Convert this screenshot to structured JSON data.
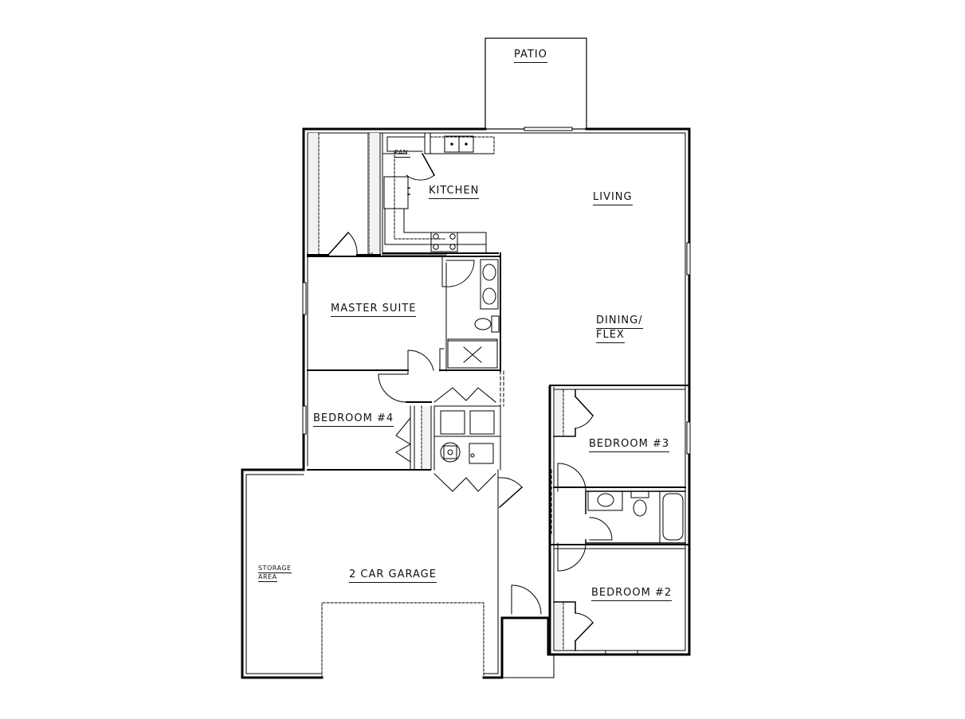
{
  "plan": {
    "title": "Floor Plan",
    "background": "#ffffff",
    "line_color": "#000000",
    "rooms": {
      "patio": "PATIO",
      "kitchen": "KITCHEN",
      "pantry": "PAN.",
      "living": "LIVING",
      "dining_line1": "DINING/",
      "dining_line2": "FLEX",
      "master_suite": "MASTER SUITE",
      "bedroom4": "BEDROOM #4",
      "bedroom3": "BEDROOM #3",
      "bedroom2": "BEDROOM #2",
      "garage": "2 CAR GARAGE",
      "storage_line1": "STORAGE",
      "storage_line2": "AREA"
    },
    "fixtures": [
      "kitchen-sink",
      "range-cooktop",
      "refrigerator",
      "master-double-vanity",
      "master-toilet",
      "master-shower",
      "hall-bath-sink",
      "hall-bath-toilet",
      "hall-bathtub",
      "washer",
      "dryer",
      "water-heater",
      "hvac-unit"
    ]
  }
}
